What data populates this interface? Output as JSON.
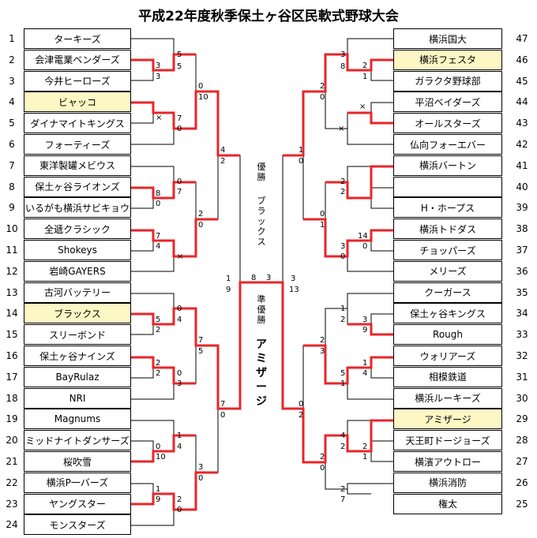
{
  "title": "平成22年度秋季保土ヶ谷区民軟式野球大会",
  "left": {
    "numbers": [
      "1",
      "2",
      "3",
      "4",
      "5",
      "6",
      "7",
      "8",
      "9",
      "10",
      "11",
      "12",
      "13",
      "14",
      "15",
      "16",
      "17",
      "18",
      "19",
      "20",
      "21",
      "22",
      "23",
      "24"
    ],
    "teams": [
      "ターキーズ",
      "会津電業ベンダーズ",
      "今井ヒーローズ",
      "ビャッコ",
      "ダイナマイトキングス",
      "フォーティーズ",
      "東洋製罐メビウス",
      "保土ヶ谷ライオンズ",
      "いるがも横浜サビキョウ",
      "全遞クラシック",
      "Shokeys",
      "岩崎GAYERS",
      "古河バッテリー",
      "ブラックス",
      "スリーボンド",
      "保土ヶ谷ナインズ",
      "BayRulaz",
      "NRI",
      "Magnums",
      "ミッドナイトダンサーズ",
      "桜吹雪",
      "横浜P一バーズ",
      "ヤングスター",
      "モンスターズ"
    ]
  },
  "right": {
    "numbers": [
      "47",
      "46",
      "45",
      "44",
      "43",
      "42",
      "41",
      "40",
      "39",
      "38",
      "37",
      "36",
      "35",
      "34",
      "33",
      "32",
      "31",
      "30",
      "29",
      "28",
      "27",
      "26",
      "25"
    ],
    "teams": [
      "横浜国大",
      "横浜フェスタ",
      "ガラクタ野球部",
      "平沼ベイダーズ",
      "オールスターズ",
      "仏向フォーエバー",
      "横浜バートン",
      "",
      "H・ホープス",
      "横浜トドダス",
      "チョッパーズ",
      "メリーズ",
      "クーガース",
      "保土ヶ谷キングス",
      "Rough",
      "ウォリアーズ",
      "相模鉄道",
      "横浜ルーキーズ",
      "アミザージ",
      "天王町ドージョーズ",
      "横濱アウトロー",
      "横浜消防",
      "権太"
    ]
  },
  "scores": {
    "l2": "3",
    "l3": "3",
    "l4": "×",
    "l5": "7",
    "l5b": "0",
    "l1r2a": "5",
    "l1r2b": "5",
    "l8a": "8",
    "l9a": "0",
    "l10": "7",
    "l11": "4",
    "l8r2a": "0",
    "l8r2b": "7",
    "l11x": "×",
    "l15a": "5",
    "l15b": "2",
    "l16a": "2",
    "l17a": "2",
    "l14r2a": "0",
    "l14r2b": "4",
    "l17r2a": "0",
    "l17r2b": "3",
    "l20a": "0",
    "l21a": "10",
    "l22a": "1",
    "l23a": "9",
    "l20r2a": "1",
    "l20r2b": "4",
    "l23r2a": "2",
    "l23r2b": "0",
    "l_q1a": "0",
    "l_q1b": "10",
    "l_q2a": "2",
    "l_q2b": "0",
    "l_q3a": "7",
    "l_q3b": "5",
    "l_q4a": "3",
    "l_q4b": "0",
    "l_s1a": "4",
    "l_s1b": "2",
    "l_s2a": "7",
    "l_s2b": "0",
    "l_fa": "1",
    "l_fb": "9",
    "final_l": "8",
    "final_r": "3",
    "r_fa": "3",
    "r_fb": "13",
    "r_s1a": "1",
    "r_s1b": "0",
    "r_s2a": "0",
    "r_s2b": "2",
    "r_q1a": "2",
    "r_q1b": "0",
    "r_q2a": "0",
    "r_q2b": "1",
    "r_q3a": "2",
    "r_q3b": "3",
    "r_q4a": "2",
    "r_q4b": "0",
    "r46a": "3",
    "r46b": "8",
    "r46c": "2",
    "r46d": "1",
    "r44x": "×",
    "r43x": "×",
    "r40a": "2",
    "r40b": "2",
    "r38a": "14",
    "r38b": "0",
    "r38c": "3",
    "r38d": "0",
    "r34a": "1",
    "r34b": "2",
    "r34c": "3",
    "r34d": "9",
    "r31a": "1",
    "r31b": "4",
    "r31c": "5",
    "r31d": "1",
    "r28a": "4",
    "r28b": "2",
    "r28c": "2",
    "r28d": "1",
    "r25a": "2",
    "r25b": "7"
  },
  "center": {
    "winner_label": "優勝",
    "winner": "ブラックス",
    "runner_label": "準優勝",
    "runner": "アミザージ"
  },
  "colors": {
    "win_line": "#e8262a",
    "highlight": "#fdf7c4"
  }
}
